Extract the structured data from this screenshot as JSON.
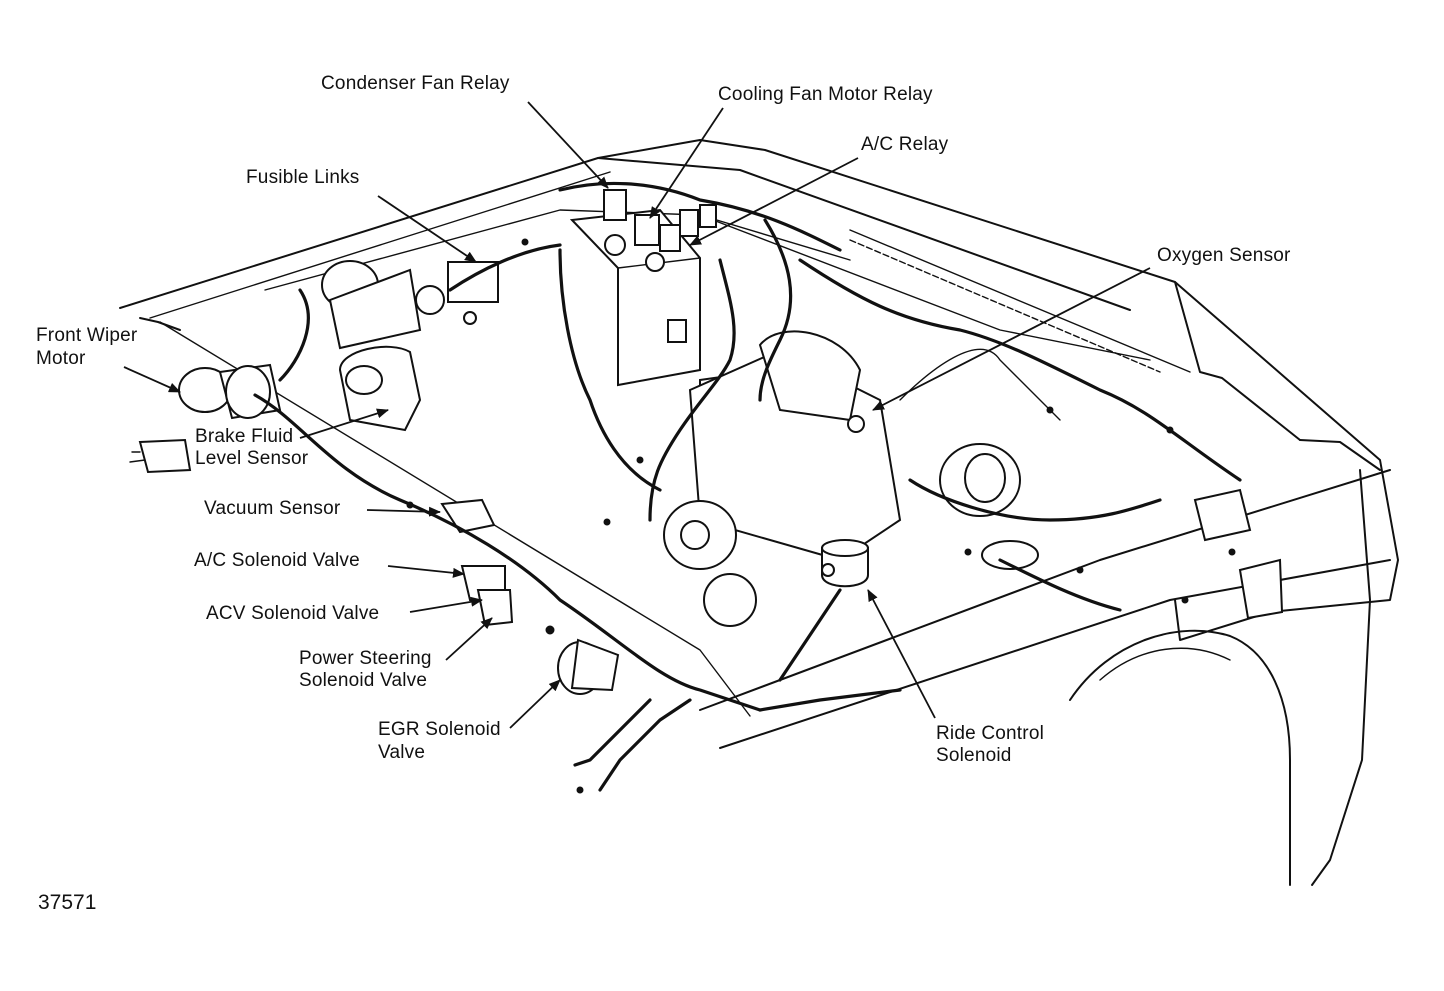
{
  "figure_number": "37571",
  "labels": {
    "condenser_fan_relay": "Condenser Fan Relay",
    "cooling_fan_motor_relay": "Cooling Fan Motor Relay",
    "ac_relay": "A/C Relay",
    "fusible_links": "Fusible Links",
    "oxygen_sensor": "Oxygen Sensor",
    "front_wiper_motor_line1": "Front Wiper",
    "front_wiper_motor_line2": "Motor",
    "brake_fluid_line1": "Brake Fluid",
    "brake_fluid_line2": "Level Sensor",
    "vacuum_sensor": "Vacuum Sensor",
    "ac_solenoid_valve": "A/C Solenoid Valve",
    "acv_solenoid_valve": "ACV Solenoid Valve",
    "power_steering_line1": "Power Steering",
    "power_steering_line2": "Solenoid Valve",
    "egr_line1": "EGR Solenoid",
    "egr_line2": "Valve",
    "ride_control_line1": "Ride Control",
    "ride_control_line2": "Solenoid"
  }
}
